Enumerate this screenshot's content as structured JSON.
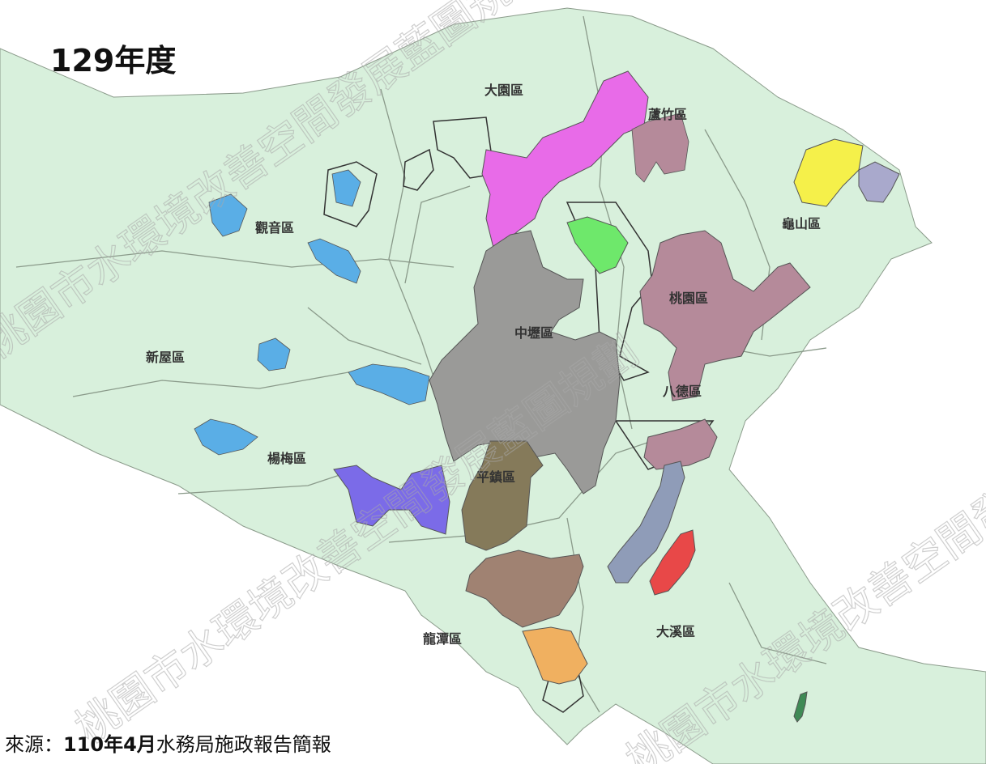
{
  "title": "129年度",
  "source_prefix": "來源：",
  "source_bold": "110年4月",
  "source_suffix": "水務局施政報告簡報",
  "watermark": "桃園市水環境改善空間發展藍圖規劃",
  "districts": {
    "dayuan": "大園區",
    "luzhu": "蘆竹區",
    "guishan": "龜山區",
    "guanyin": "觀音區",
    "taoyuan": "桃園區",
    "zhongli": "中壢區",
    "xinwu": "新屋區",
    "bade": "八德區",
    "yangmei": "楊梅區",
    "pingzhen": "平鎮區",
    "longtan": "龍潭區",
    "daxi": "大溪區"
  },
  "colors": {
    "land": "#d8f0dc",
    "blue": "#5aaee6",
    "magenta": "#e86be8",
    "mauve": "#b58a9a",
    "yellow": "#f5f04a",
    "lavender": "#a9a9cc",
    "green": "#6ee86b",
    "gray": "#9a9a98",
    "purple": "#7b6be8",
    "olive": "#857a5a",
    "brown": "#a08272",
    "orange": "#f0b060",
    "slate": "#8f9cb8",
    "red": "#e84848",
    "darkgreen": "#3f8a55"
  }
}
